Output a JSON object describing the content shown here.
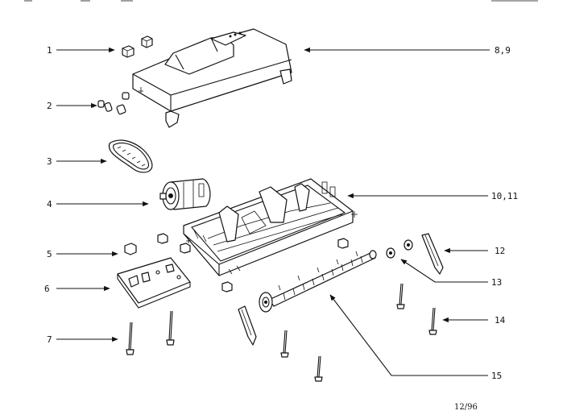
{
  "callouts": [
    {
      "id": "1",
      "label": "1"
    },
    {
      "id": "2",
      "label": "2"
    },
    {
      "id": "3",
      "label": "3"
    },
    {
      "id": "4",
      "label": "4"
    },
    {
      "id": "5",
      "label": "5"
    },
    {
      "id": "6",
      "label": "6"
    },
    {
      "id": "7",
      "label": "7"
    },
    {
      "id": "8",
      "label": "8,9"
    },
    {
      "id": "10",
      "label": "10,11"
    },
    {
      "id": "12",
      "label": "12"
    },
    {
      "id": "13",
      "label": "13"
    },
    {
      "id": "14",
      "label": "14"
    },
    {
      "id": "15",
      "label": "15"
    }
  ],
  "date_stamp": "12/96"
}
